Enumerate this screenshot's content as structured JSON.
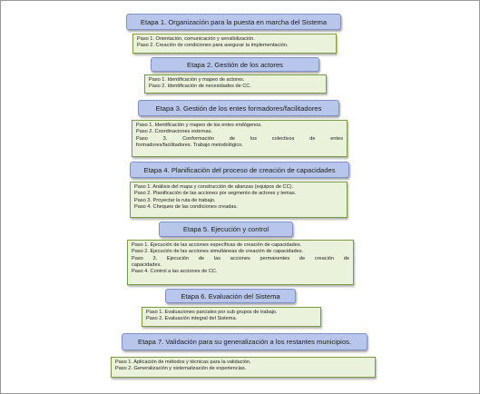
{
  "stages": [
    {
      "title": "Etapa 1. Organización para la puesta en marcha del Sistema",
      "steps": [
        "Paso 1. Orientación, comunicación y sensibilización.",
        "Paso 2. Creación de condiciones para asegurar la implementación."
      ]
    },
    {
      "title": "Etapa 2. Gestión de los actores",
      "steps": [
        "Paso 1. Identificación y mapeo de actores.",
        "Paso 2. Identificación de necesidades de CC."
      ]
    },
    {
      "title": "Etapa 3. Gestión de los entes formadores/facilitadores",
      "steps": [
        "Paso 1. Identificación y mapeo de los entes endógenos.",
        "Paso 2. Coordinaciones externas.",
        "Paso 3. Conformación de los colectivos de entes",
        "formadores/facilitadores. Trabajo metodológico."
      ]
    },
    {
      "title": "Etapa 4. Planificación del proceso de creación de capacidades",
      "steps": [
        "Paso 1. Análisis del mapa y construcción de alianzas (equipos de CC).",
        "Paso 2. Planificación de las acciones por segmento de actores y temas.",
        "Paso 3. Proyectar la ruta de trabajo.",
        "Paso 4. Chequeo de las condiciones creadas."
      ]
    },
    {
      "title": "Etapa 5. Ejecución y control",
      "steps": [
        "Paso 1. Ejecución de las acciones específicas de creación de capacidades.",
        "Paso 2. Ejecución de las acciones simultáneas de creación de capacidades.",
        "Paso 3. Ejecución de las acciones permanentes de creación de",
        "capacidades.",
        "Paso 4. Control a las acciones de CC."
      ]
    },
    {
      "title": "Etapa 6. Evaluación del Sistema",
      "steps": [
        "Paso 1. Evaluaciones parciales por sub grupos de trabajo.",
        "Paso 2. Evaluación integral del Sistema."
      ]
    },
    {
      "title": "Etapa 7. Validación para su generalización a los restantes municipios.",
      "steps": [
        "Paso 1. Aplicación de métodos y técnicas para la validación.",
        "Paso 2. Generalización y sistematización de experiencias."
      ]
    }
  ]
}
